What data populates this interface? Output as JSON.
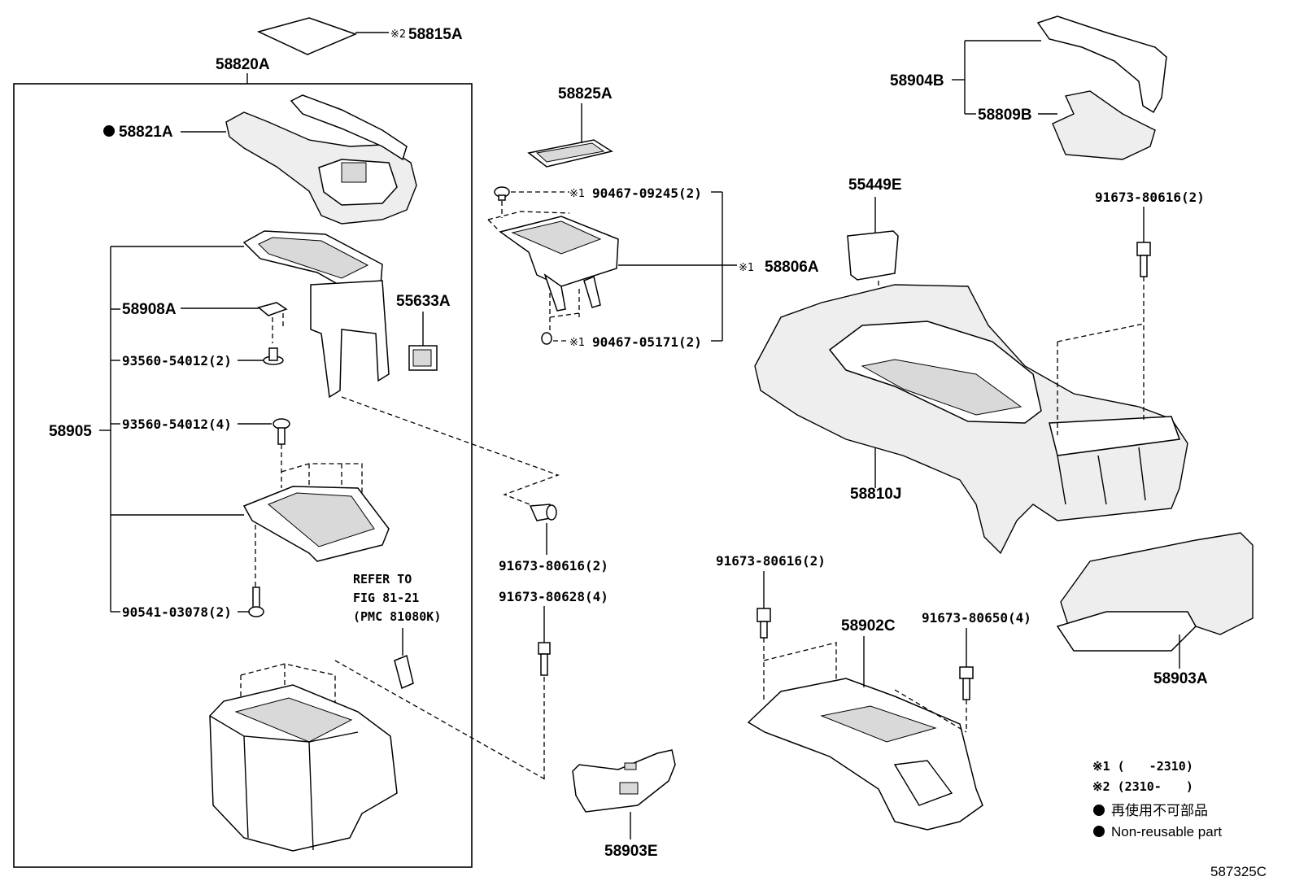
{
  "labels": {
    "p58815A": "58815A",
    "p58820A": "58820A",
    "p58821A": "58821A",
    "p58908A": "58908A",
    "p93560_2": "93560-54012(2)",
    "p93560_4": "93560-54012(4)",
    "p58905": "58905",
    "p90541": "90541-03078(2)",
    "p55633A": "55633A",
    "p58825A": "58825A",
    "p90467_a": "90467-09245(2)",
    "p58806A": "58806A",
    "p90467_b": "90467-05171(2)",
    "p91673_616_mid": "91673-80616(2)",
    "p91673_628": "91673-80628(4)",
    "p58903E": "58903E",
    "p58904B": "58904B",
    "p58809B": "58809B",
    "p55449E": "55449E",
    "p91673_616_right": "91673-80616(2)",
    "p58810J": "58810J",
    "p91673_616_low": "91673-80616(2)",
    "p58902C": "58902C",
    "p91673_650": "91673-80650(4)",
    "p58903A": "58903A"
  },
  "refer": {
    "line1": "REFER TO",
    "line2": "FIG 81-21",
    "line3": "(PMC 81080K)"
  },
  "marks": {
    "note1": "※1",
    "note2": "※2"
  },
  "legend": {
    "note1": "※1 (　　-2310)",
    "note2": "※2 (2310-　　)",
    "jp": "再使用不可部品",
    "en": "Non-reusable part"
  },
  "figure_id": "587325C"
}
